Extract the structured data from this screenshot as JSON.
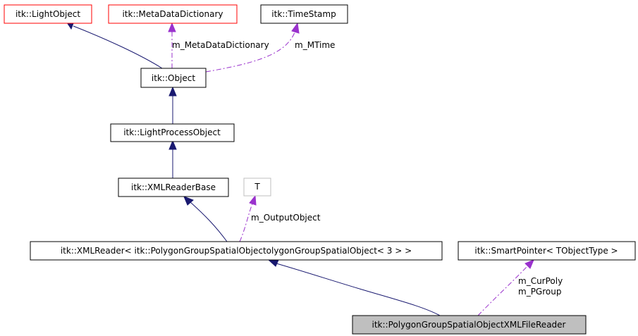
{
  "nodes": {
    "light_object": "itk::LightObject",
    "meta_data_dictionary": "itk::MetaDataDictionary",
    "time_stamp": "itk::TimeStamp",
    "object": "itk::Object",
    "light_process_object": "itk::LightProcessObject",
    "xml_reader_base": "itk::XMLReaderBase",
    "template_param": "T",
    "xml_reader": "itk::XMLReader< itk::PolygonGroupSpatialObjectolygonGroupSpatialObject< 3 > >",
    "smart_pointer": "itk::SmartPointer< TObjectType >",
    "file_reader": "itk::PolygonGroupSpatialObjectXMLFileReader"
  },
  "edge_labels": {
    "meta_data_dictionary": "m_MetaDataDictionary",
    "m_time": "m_MTime",
    "output_object": "m_OutputObject",
    "cur_poly": "m_CurPoly",
    "p_group": "m_PGroup"
  },
  "colors": {
    "inheritance_edge": "#191970",
    "usage_edge": "#9a32cd",
    "undocumented_border": "#ff0000",
    "template_border": "#bfbfbf",
    "current_class_fill": "#bfbfbf"
  }
}
